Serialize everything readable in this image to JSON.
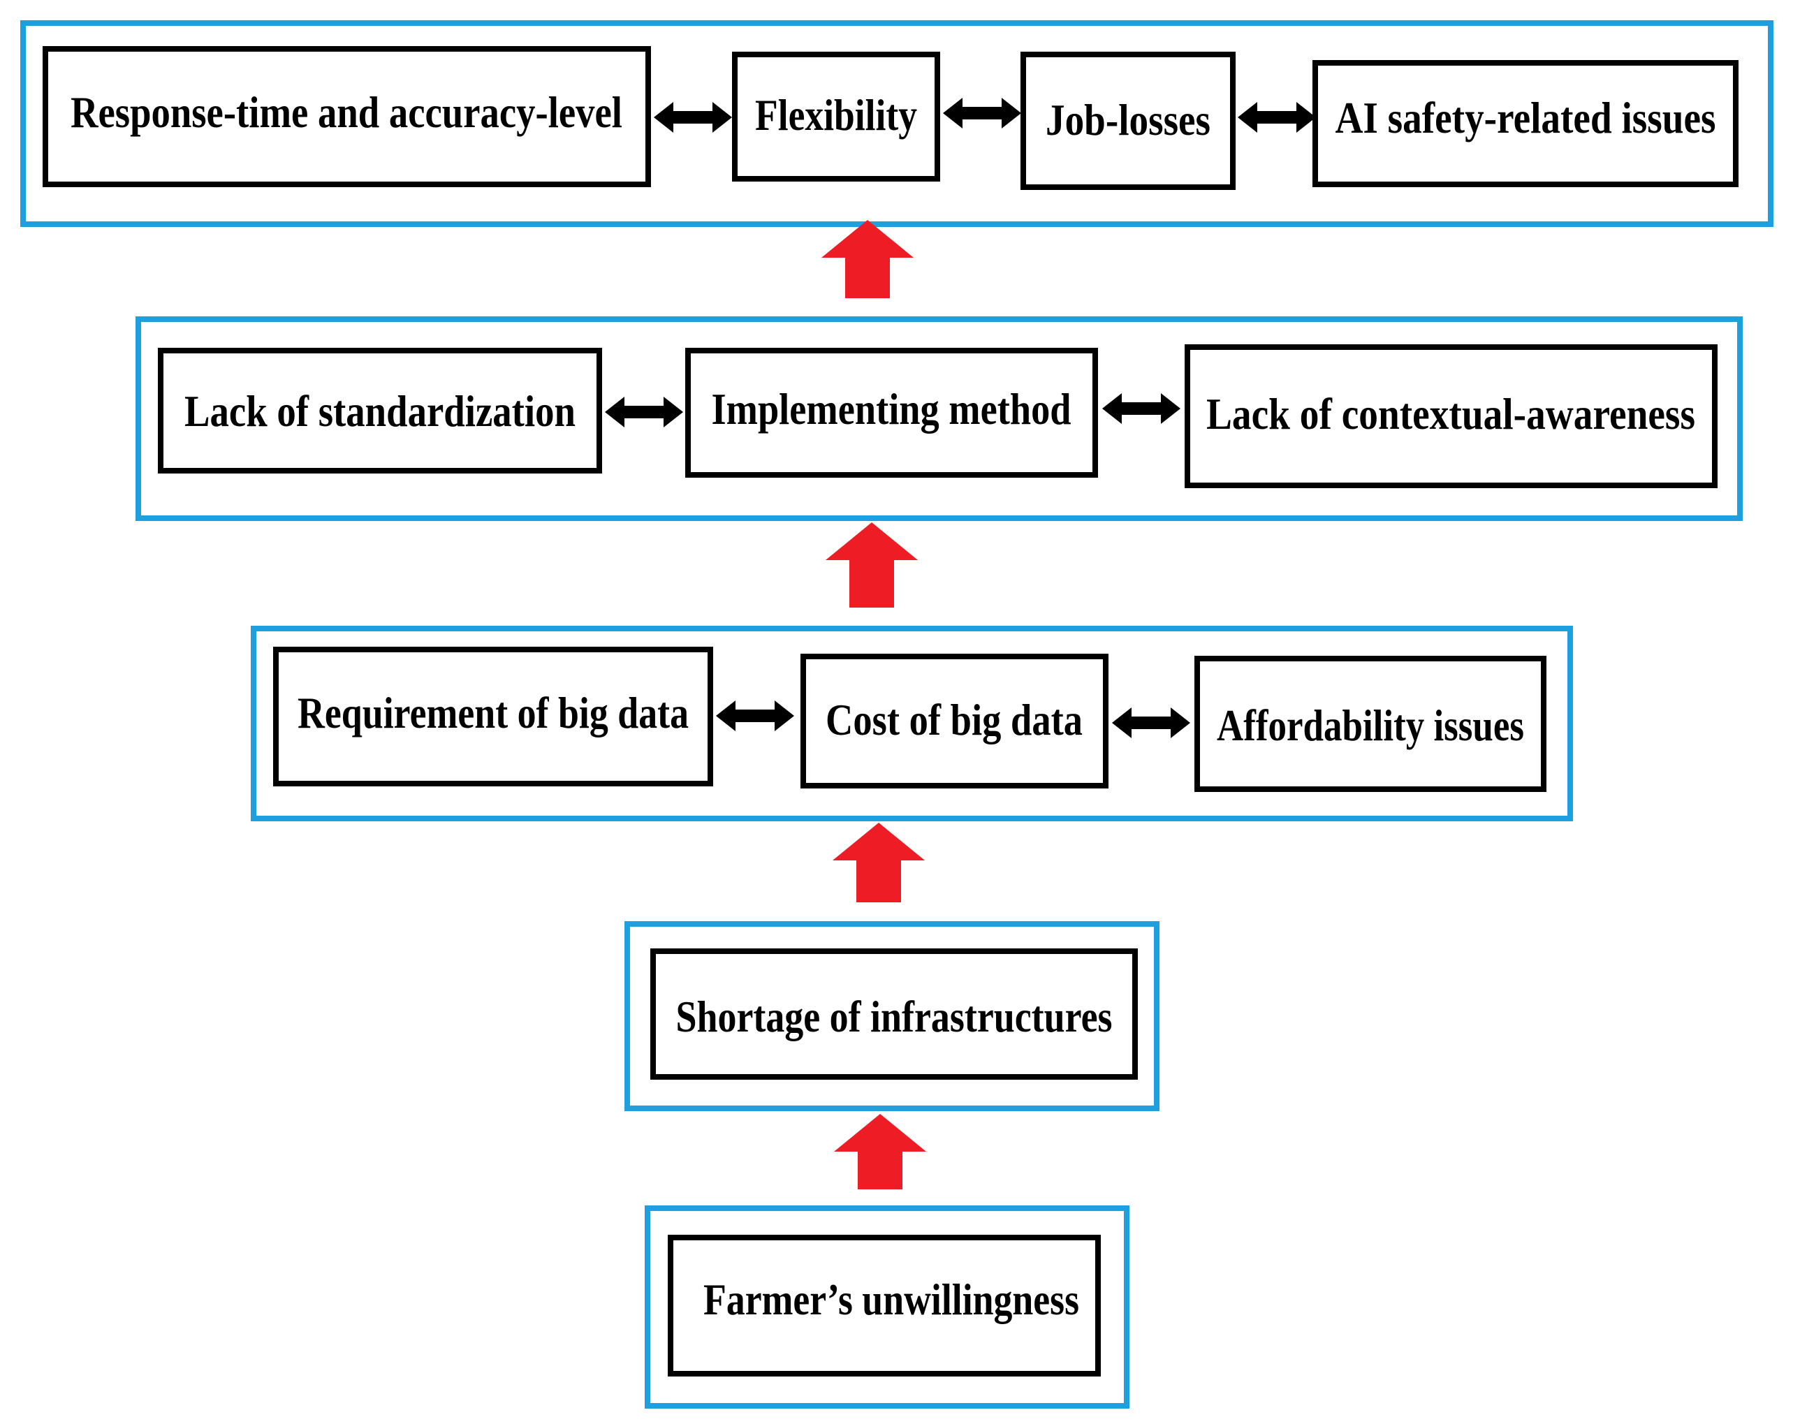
{
  "colors": {
    "group_border": "#1ea0e0",
    "node_border": "#000000",
    "link_arrow": "#000000",
    "flow_arrow": "#ee1c25",
    "background": "#ffffff"
  },
  "levels": [
    {
      "id": "level-5",
      "nodes": [
        "Response-time and accuracy-level",
        "Flexibility",
        "Job-losses",
        "AI safety-related issues"
      ]
    },
    {
      "id": "level-4",
      "nodes": [
        "Lack of standardization",
        "Implementing method",
        "Lack of contextual-awareness"
      ]
    },
    {
      "id": "level-3",
      "nodes": [
        "Requirement of big data",
        "Cost of big data",
        "Affordability issues"
      ]
    },
    {
      "id": "level-2",
      "nodes": [
        "Shortage of infrastructures"
      ]
    },
    {
      "id": "level-1",
      "nodes": [
        "Farmer’s unwillingness"
      ]
    }
  ],
  "links": {
    "within_level": "double-headed arrow",
    "between_levels": "upward arrow"
  }
}
